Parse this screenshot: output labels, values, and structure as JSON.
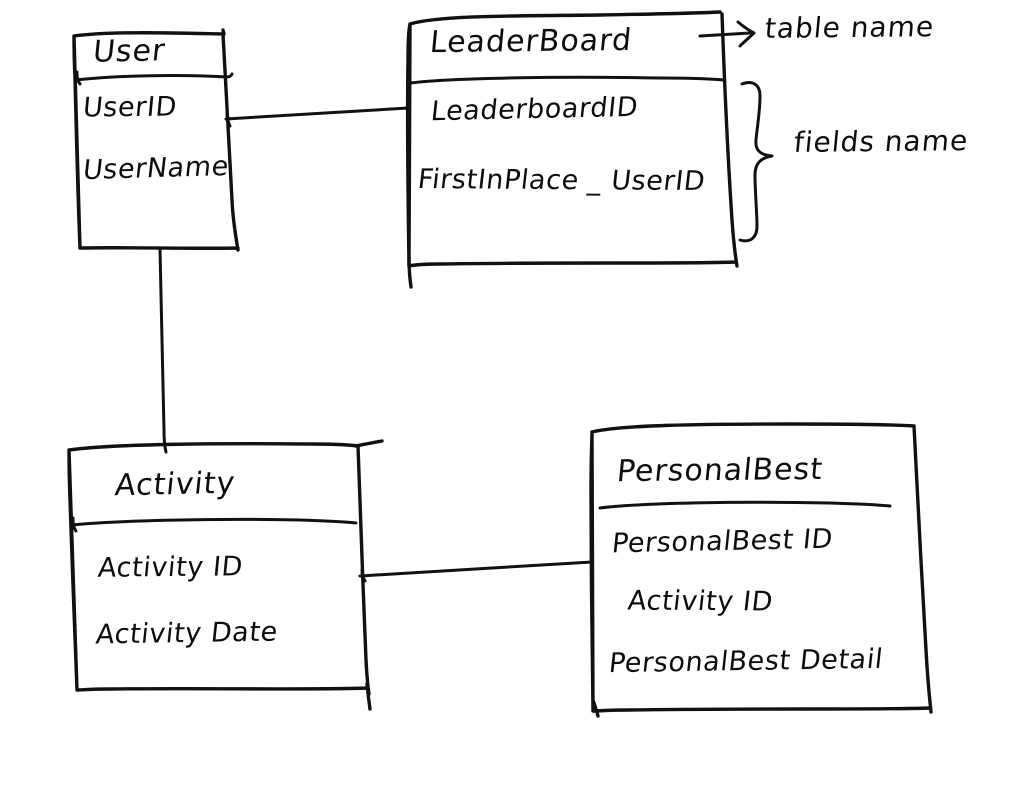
{
  "diagram": {
    "type": "entity-relationship-diagram",
    "style": "hand-drawn-sketch",
    "background_color": "#ffffff",
    "ink_color": "#111111",
    "tables": [
      {
        "id": "user",
        "name": "User",
        "fields": [
          "UserID",
          "UserName"
        ]
      },
      {
        "id": "leaderboard",
        "name": "LeaderBoard",
        "fields": [
          "LeaderboardID",
          "FirstInPlace _ UserID"
        ]
      },
      {
        "id": "activity",
        "name": "Activity",
        "fields": [
          "Activity ID",
          "Activity Date"
        ]
      },
      {
        "id": "personalbest",
        "name": "PersonalBest",
        "fields": [
          "PersonalBest ID",
          "Activity ID",
          "PersonalBest Detail"
        ]
      }
    ],
    "annotations": [
      {
        "id": "table-name",
        "label": "table name",
        "marker": "arrow",
        "points_to": "leaderboard.header"
      },
      {
        "id": "fields-name",
        "label": "fields name",
        "marker": "curly-brace",
        "points_to": "leaderboard.fields"
      }
    ],
    "connectors": [
      {
        "id": "user-leaderboard",
        "from": "user",
        "to": "leaderboard"
      },
      {
        "id": "user-activity",
        "from": "user",
        "to": "activity"
      },
      {
        "id": "activity-personalbest",
        "from": "activity",
        "to": "personalbest"
      }
    ]
  }
}
